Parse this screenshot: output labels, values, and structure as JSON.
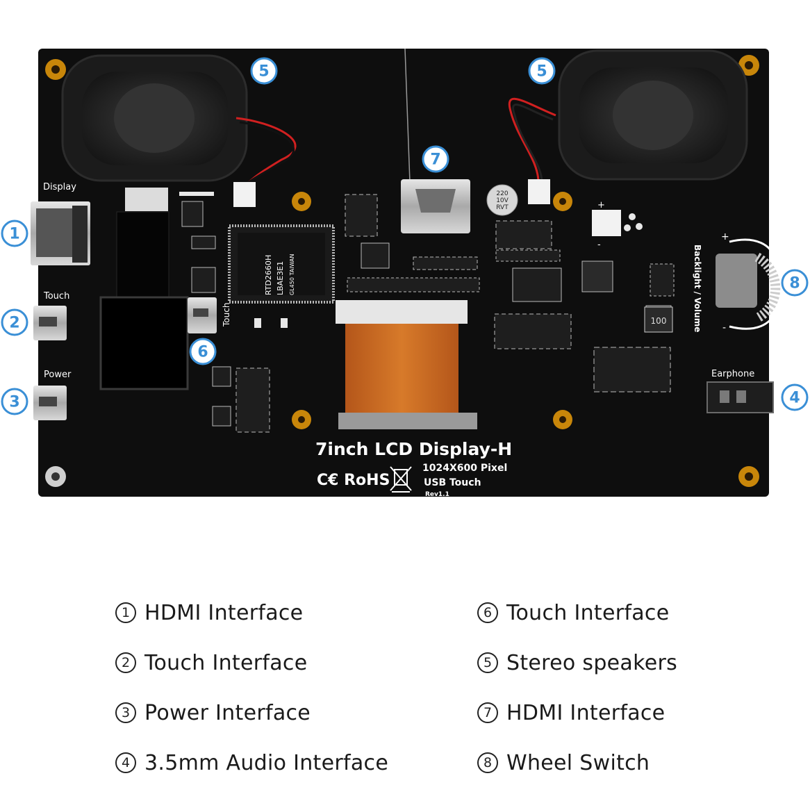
{
  "board": {
    "title": "7inch LCD Display-H",
    "resolution": "1024X600 Pixel",
    "touch_type": "USB Touch",
    "revision": "Rev1.1",
    "certifications": "C€ RoHS",
    "port_display": "Display",
    "port_touch": "Touch",
    "port_power": "Power",
    "port_touch_vertical": "Touch",
    "port_earphone": "Earphone",
    "wheel_label": "Backlight / Volume",
    "wheel_plus": "+",
    "wheel_minus": "-",
    "conn_plus": "+",
    "conn_minus": "-",
    "cap_line1": "220",
    "cap_line2": "10V",
    "cap_line3": "RVT",
    "chip_line1": "RTD2660H",
    "chip_line2": "LBAE3E1",
    "chip_line3": "GL450 TAIWAN",
    "inductor": "100"
  },
  "callouts": [
    "1",
    "2",
    "3",
    "4",
    "5",
    "5",
    "6",
    "7",
    "8"
  ],
  "legend": {
    "left": [
      {
        "num": "1",
        "label": "HDMI Interface"
      },
      {
        "num": "2",
        "label": "Touch Interface"
      },
      {
        "num": "3",
        "label": "Power Interface"
      },
      {
        "num": "4",
        "label": "3.5mm Audio Interface"
      }
    ],
    "right": [
      {
        "num": "6",
        "label": "Touch Interface"
      },
      {
        "num": "5",
        "label": "Stereo speakers"
      },
      {
        "num": "7",
        "label": "HDMI Interface"
      },
      {
        "num": "8",
        "label": "Wheel Switch"
      }
    ]
  },
  "colors": {
    "pcb": "#0e0e0e",
    "accent": "#3a8fd6",
    "gold": "#c8860a",
    "fpc": "#c2621a"
  }
}
